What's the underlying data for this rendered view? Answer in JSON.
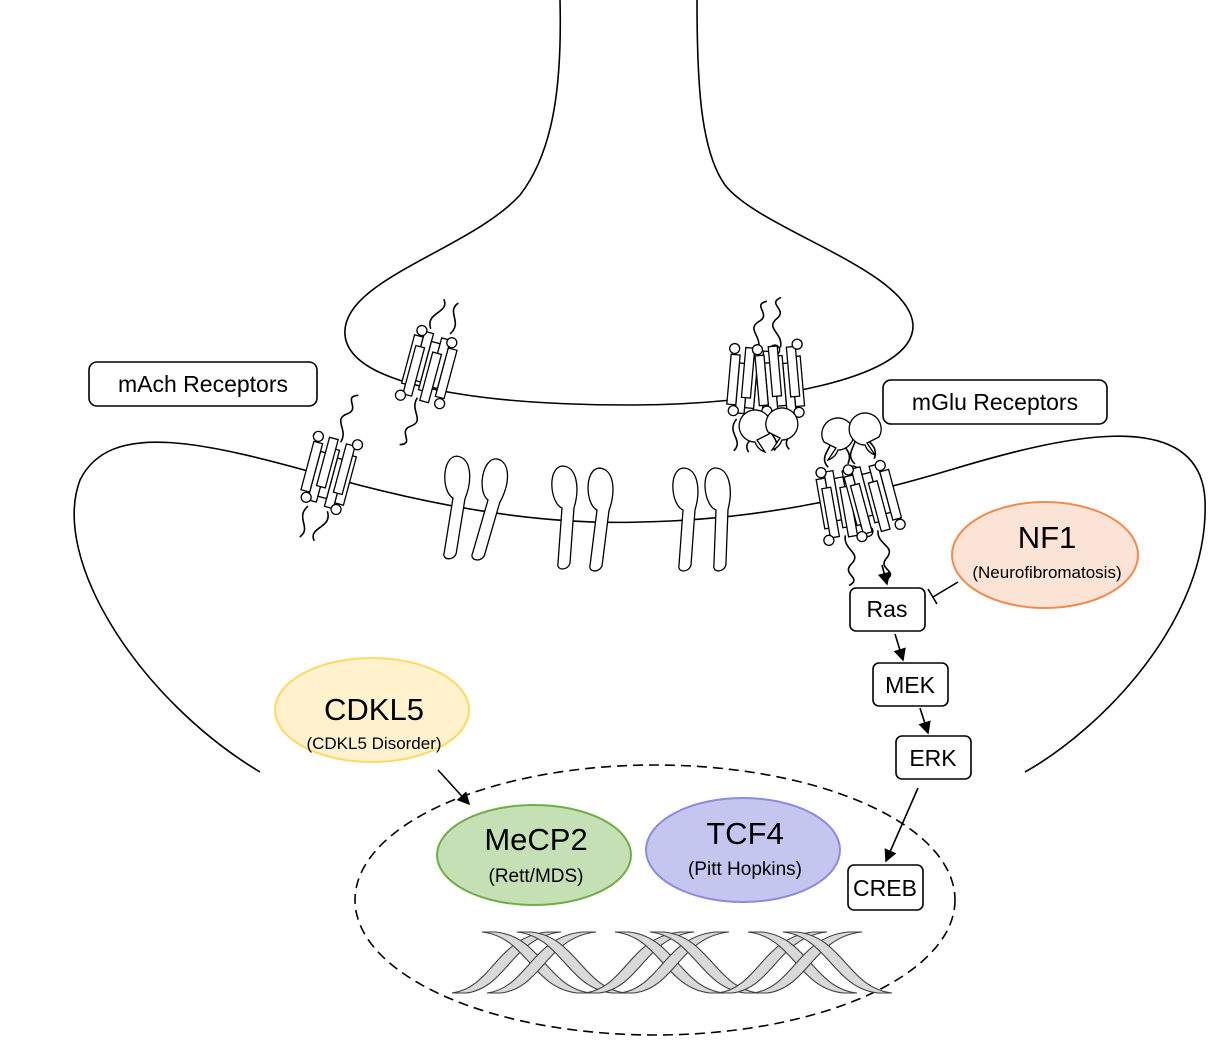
{
  "labels": {
    "mach": "mAch Receptors",
    "mglu": "mGlu Receptors",
    "ras": "Ras",
    "mek": "MEK",
    "erk": "ERK",
    "creb": "CREB"
  },
  "disorders": {
    "nf1": {
      "name": "NF1",
      "disease": "(Neurofibromatosis)",
      "fill": "#fbe3d6",
      "stroke": "#f08b4c"
    },
    "cdkl5": {
      "name": "CDKL5",
      "disease": "(CDKL5 Disorder)",
      "fill": "#fff2cc",
      "stroke": "#ffd966"
    },
    "mecp2": {
      "name": "MeCP2",
      "disease": "(Rett/MDS)",
      "fill": "#c5e0b4",
      "stroke": "#70ad47"
    },
    "tcf4": {
      "name": "TCF4",
      "disease": "(Pitt Hopkins)",
      "fill": "#c5c6f0",
      "stroke": "#8b8be0"
    }
  }
}
